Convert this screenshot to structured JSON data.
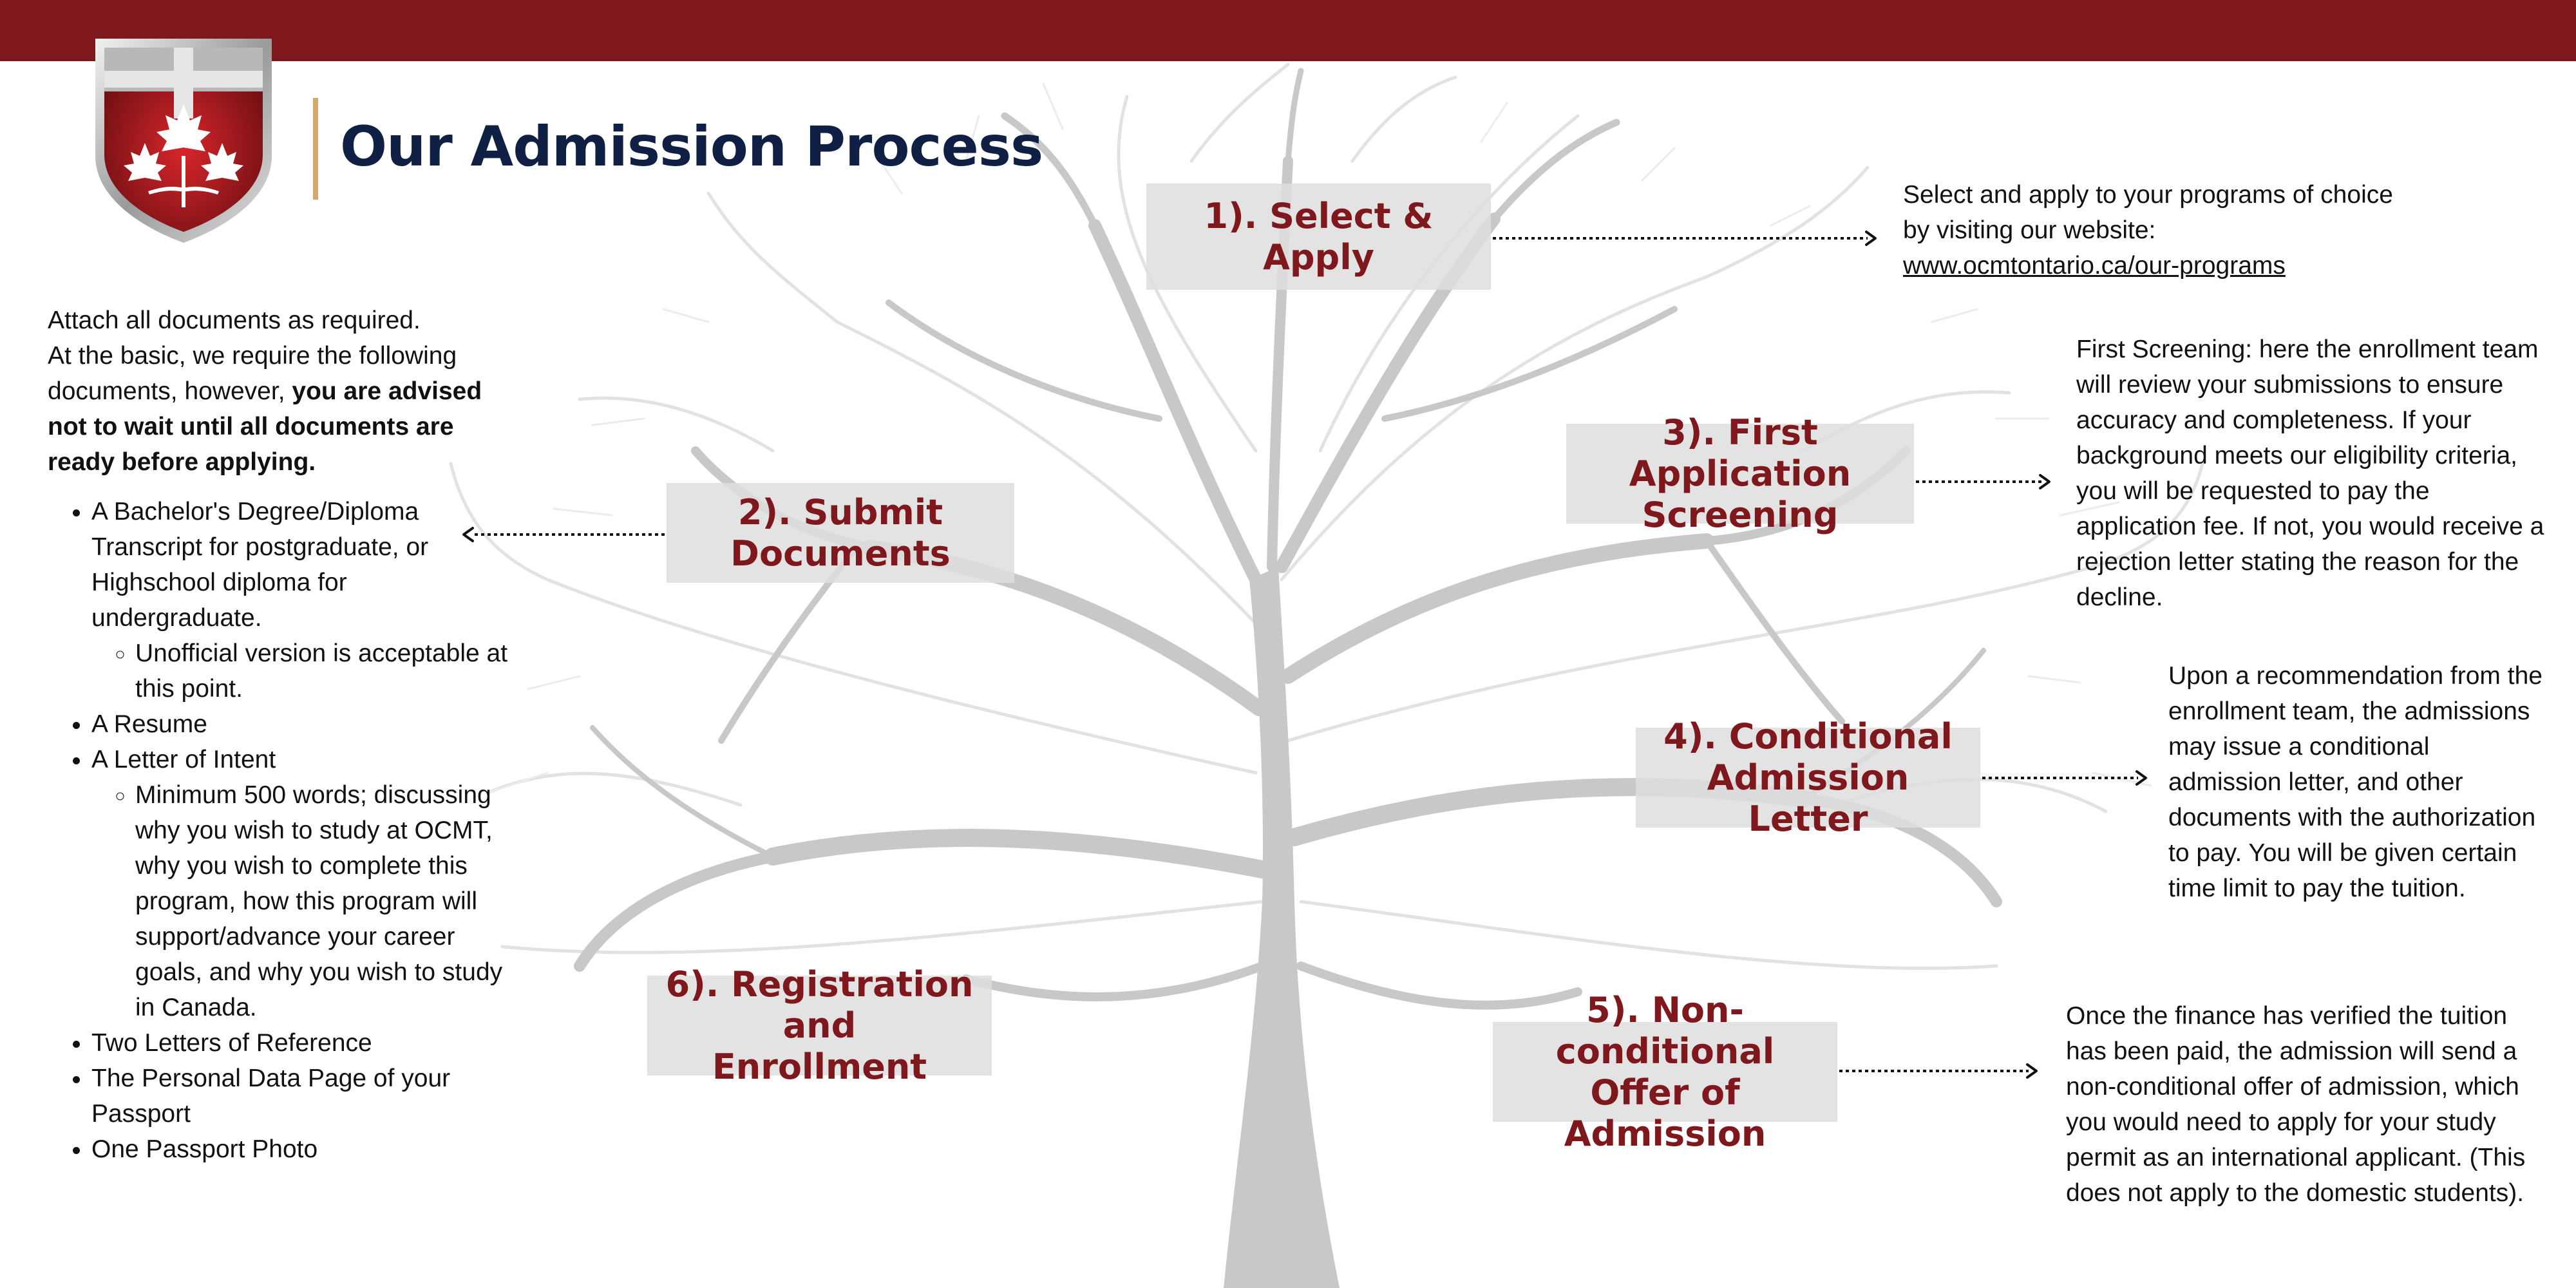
{
  "header": {
    "title": "Our Admission Process"
  },
  "colors": {
    "brand_red": "#7e181c",
    "navy": "#0f2044",
    "gold": "#d4a86a",
    "tree_gray": "#c8c8c8",
    "step_bg": "#dedede"
  },
  "icons": {
    "crest": "maple-leaf-shield-crest-icon",
    "tree": "tree-illustration"
  },
  "intro": {
    "line1": "Attach all documents as required.",
    "line2": "At the basic, we require the following documents, however,",
    "line2_bold": "you are advised not to wait until all documents are ready before applying."
  },
  "documents": [
    {
      "text": "A Bachelor's Degree/Diploma Transcript for postgraduate, or Highschool diploma for undergraduate.",
      "sub": "Unofficial version is acceptable at this point."
    },
    {
      "text": "A Resume"
    },
    {
      "text": "A Letter of Intent",
      "sub": "Minimum 500 words; discussing why you wish to study at OCMT, why you wish to complete this program, how this program will support/advance your career goals, and why you wish to study in Canada."
    },
    {
      "text": "Two Letters of Reference"
    },
    {
      "text": "The Personal Data Page of your Passport"
    },
    {
      "text": "One Passport Photo"
    }
  ],
  "steps": [
    {
      "line1": "1). Select &",
      "line2": "Apply"
    },
    {
      "line1": "2). Submit",
      "line2": "Documents"
    },
    {
      "line1": "3). First Application",
      "line2": "Screening"
    },
    {
      "line1": "4). Conditional",
      "line2": "Admission Letter"
    },
    {
      "line1": "5). Non-conditional",
      "line2": "Offer of Admission"
    },
    {
      "line1": "6). Registration and",
      "line2": "Enrollment"
    }
  ],
  "descriptions": {
    "step1": {
      "line1": "Select and apply to your programs of choice",
      "line2": "by visiting our website:",
      "link": "www.ocmtontario.ca/our-programs"
    },
    "step3": "First Screening: here the enrollment team will review your submissions to ensure accuracy and completeness. If your background meets our eligibility criteria, you will be requested to pay the application fee. If not, you would receive a rejection letter stating the reason for the decline.",
    "step4": "Upon a recommendation from the enrollment team, the admissions may issue a conditional admission letter, and other documents with the authorization to pay. You will be given certain time limit to pay the tuition.",
    "step5": "Once the finance has verified the tuition has been paid, the admission will send a non-conditional offer of admission, which you would need to apply for your study permit as an international applicant. (This does not apply to the domestic students)."
  }
}
